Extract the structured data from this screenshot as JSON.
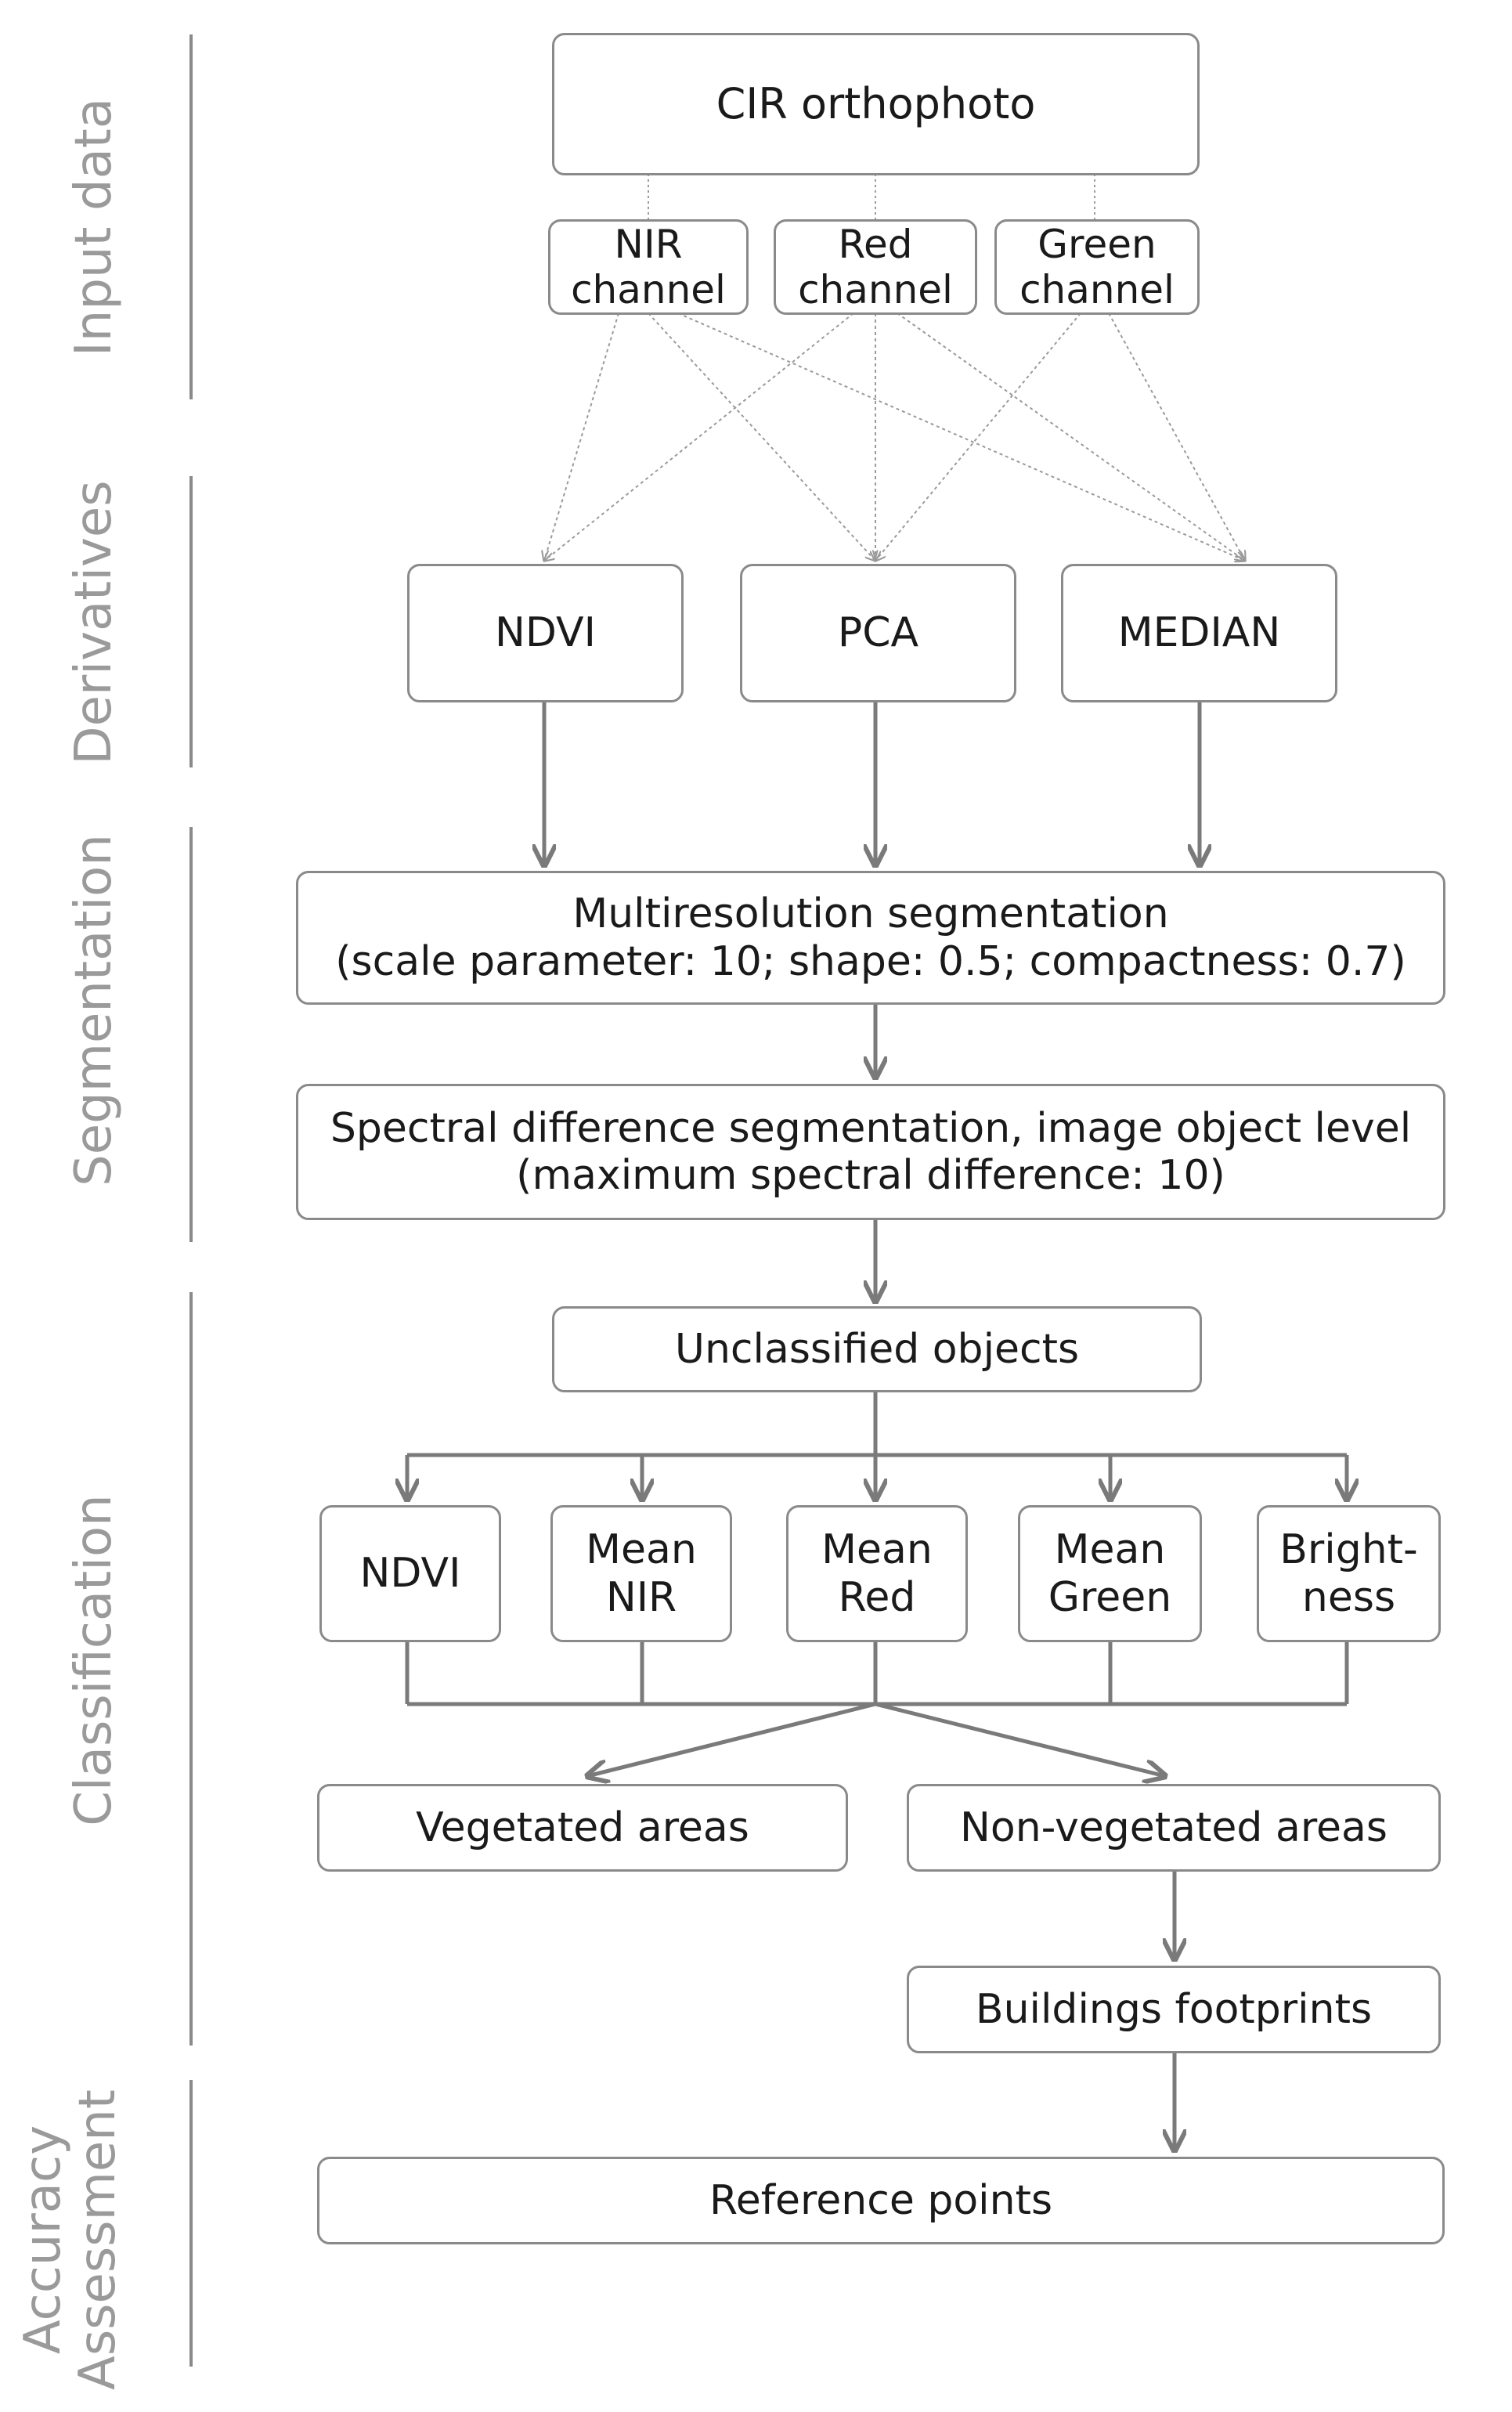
{
  "stages": {
    "input": "Input data",
    "derivatives": "Derivatives",
    "segmentation": "Segmentation",
    "classification": "Classification",
    "accuracy": "Accuracy\nAssessment"
  },
  "nodes": {
    "cir": "CIR orthophoto",
    "nir_channel": "NIR\nchannel",
    "red_channel": "Red\nchannel",
    "green_channel": "Green\nchannel",
    "ndvi": "NDVI",
    "pca": "PCA",
    "median": "MEDIAN",
    "multires": "Multiresolution segmentation\n(scale parameter: 10; shape: 0.5; compactness: 0.7)",
    "spectral": "Spectral difference segmentation, image object level\n(maximum spectral difference: 10)",
    "unclassified": "Unclassified objects",
    "class_ndvi": "NDVI",
    "mean_nir": "Mean\nNIR",
    "mean_red": "Mean\nRed",
    "mean_green": "Mean\nGreen",
    "brightness": "Bright-\nness",
    "vegetated": "Vegetated areas",
    "non_vegetated": "Non-vegetated areas",
    "buildings": "Buildings footprints",
    "reference": "Reference points"
  }
}
